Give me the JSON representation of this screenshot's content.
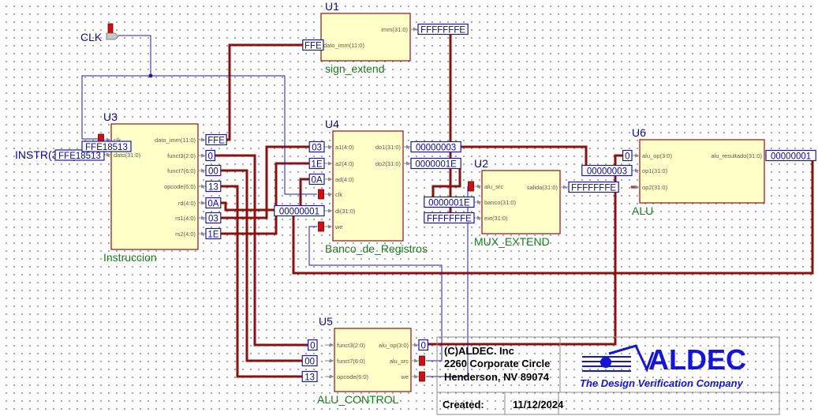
{
  "colors": {
    "wire": "#8b1111",
    "thin_wire": "#1c1c9c",
    "block_fill": "#ffffc8",
    "block_border": "#8b1111",
    "instance_text": "#0a0a8a",
    "name_text": "#1e7a1e",
    "bus_label_border": "#1a1a9a",
    "pin_text": "#5a5a5a",
    "port_red": "#d01010",
    "aldec_blue": "#1515d6"
  },
  "inputs": {
    "clk": {
      "label": "CLK"
    },
    "instr": {
      "label": "INSTR(31:0)",
      "display_value": "FFE18513",
      "shadow_value": "FFE18513"
    }
  },
  "blocks": {
    "u1": {
      "instance": "U1",
      "name": "sign_extend",
      "pins_in": [
        "dato_imm(11:0)"
      ],
      "pins_out": [
        "imm(31:0)"
      ],
      "labels_in": [
        "FFE"
      ],
      "labels_out": [
        "FFFFFFFE"
      ]
    },
    "u3": {
      "instance": "U3",
      "name": "Instruccion",
      "pins_in": [
        "clk",
        "dato(31:0)"
      ],
      "pins_out": [
        "dato_imm(11:0)",
        "funct3(2:0)",
        "funct7(6:0)",
        "opcode(6:0)",
        "rd(4:0)",
        "rs1(4:0)",
        "rs2(4:0)"
      ],
      "labels_out": [
        "FFE",
        "0",
        "00",
        "13",
        "0A",
        "03",
        "1E"
      ]
    },
    "u4": {
      "instance": "U4",
      "name": "Banco_de_Registros",
      "pins_in": [
        "a1(4:0)",
        "a2(4:0)",
        "ad(4:0)",
        "clk",
        "di(31:0)",
        "we"
      ],
      "pins_out": [
        "do1(31:0)",
        "do2(31:0)"
      ],
      "labels_in": [
        "03",
        "1E",
        "0A",
        "",
        "00000001",
        ""
      ],
      "labels_out": [
        "00000003",
        "0000001E"
      ]
    },
    "u2": {
      "instance": "U2",
      "name": "MUX_EXTEND",
      "pins_in": [
        "alu_src",
        "banco(31:0)",
        "ext(31:0)"
      ],
      "pins_out": [
        "salida(31:0)"
      ],
      "labels_in": [
        "",
        "0000001E",
        "FFFFFFFE"
      ],
      "labels_out": [
        "FFFFFFFE"
      ]
    },
    "u6": {
      "instance": "U6",
      "name": "ALU",
      "pins_in": [
        "alu_op(3:0)",
        "op1(31:0)",
        "op2(31:0)"
      ],
      "pins_out": [
        "alu_resultado(31:0)"
      ],
      "labels_in": [
        "0",
        "00000003",
        ""
      ],
      "labels_out": [
        "00000001"
      ]
    },
    "u5": {
      "instance": "U5",
      "name": "ALU_CONTROL",
      "pins_in": [
        "funct3(2:0)",
        "funct7(6:0)",
        "opcode(6:0)"
      ],
      "pins_out": [
        "alu_op(3:0)",
        "alu_src",
        "we"
      ],
      "labels_in": [
        "0",
        "00",
        "13"
      ],
      "labels_out": [
        "0",
        "",
        ""
      ]
    }
  },
  "title_block": {
    "company_line1": "(C)ALDEC. Inc",
    "company_line2": "2260 Corporate Circle",
    "company_line3": "Henderson, NV 89074",
    "logo_text": "ALDEC",
    "tagline": "The Design Verification Company",
    "created_label": "Created:",
    "created_value": "11/12/2024"
  }
}
